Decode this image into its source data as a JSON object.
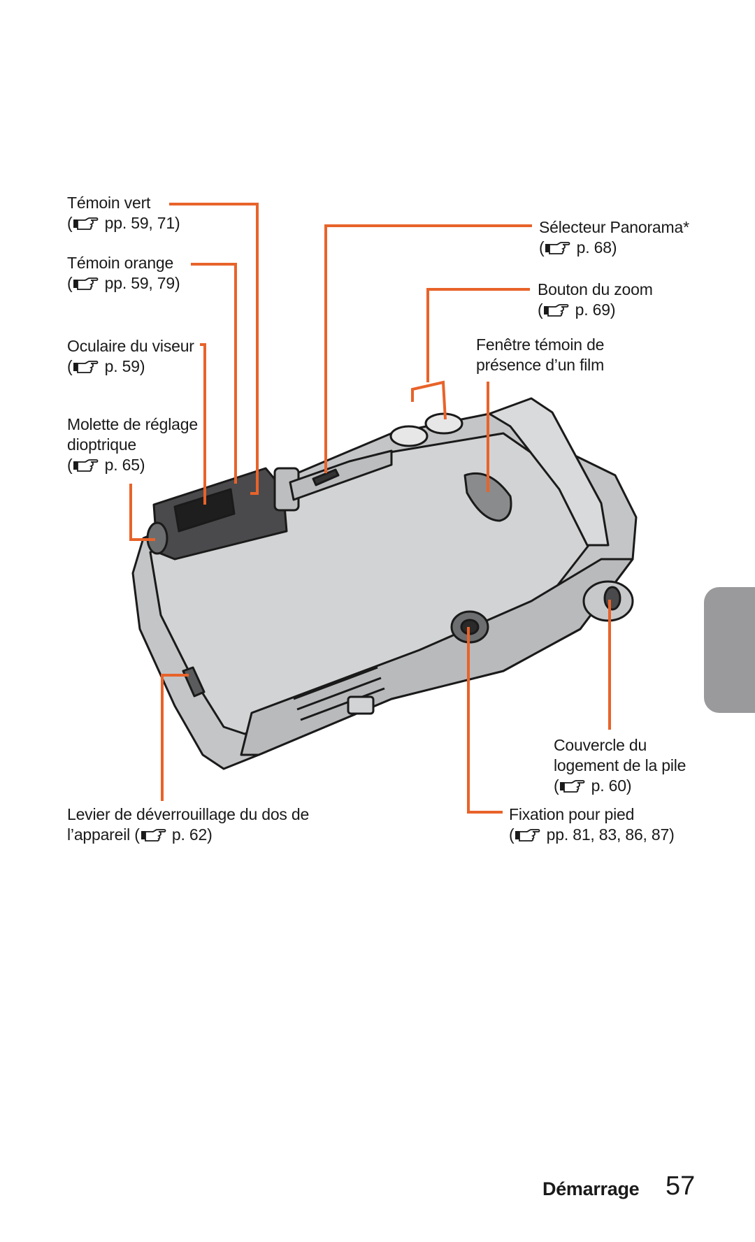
{
  "labels": {
    "temoin_vert": {
      "title": "Témoin vert",
      "ref": "pp. 59, 71)"
    },
    "temoin_orange": {
      "title": "Témoin orange",
      "ref": "pp. 59, 79)"
    },
    "oculaire": {
      "title": "Oculaire du viseur",
      "ref": "p. 59)"
    },
    "molette": {
      "line1": "Molette de réglage",
      "line2": "dioptrique",
      "ref": "p. 65)"
    },
    "levier": {
      "line1": "Levier de déverrouillage du dos de",
      "line2_prefix": "l’appareil (",
      "ref": "p. 62)"
    },
    "panorama": {
      "title": "Sélecteur Panorama*",
      "ref": "p. 68)"
    },
    "zoom": {
      "title": "Bouton du zoom",
      "ref": "p. 69)"
    },
    "fenetre": {
      "line1": "Fenêtre témoin de",
      "line2": "présence d’un film"
    },
    "couvercle": {
      "line1": "Couvercle du",
      "line2": "logement de la pile",
      "ref": "p. 60)"
    },
    "fixation": {
      "title": "Fixation pour pied",
      "ref": "pp. 81, 83, 86, 87)"
    }
  },
  "paren_open": "(",
  "footer": {
    "section": "Démarrage",
    "page_number": "57"
  },
  "colors": {
    "leader": "#e8632a",
    "tab": "#9a9a9c",
    "camera_body": "#c9cacb"
  },
  "icons": {
    "reference": "pointing-hand-icon"
  }
}
